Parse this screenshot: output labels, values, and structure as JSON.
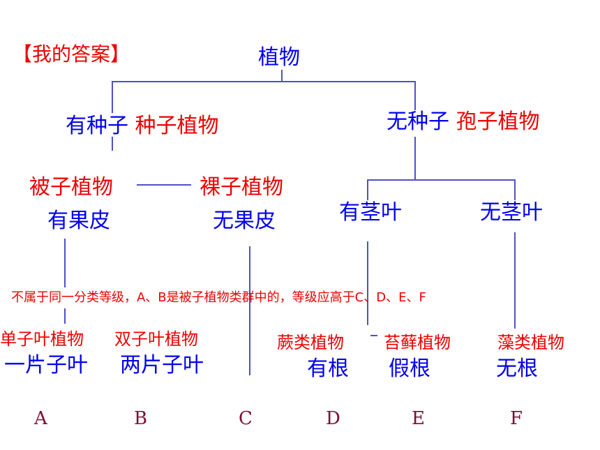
{
  "header": {
    "answer_label": "【我的答案】"
  },
  "tree": {
    "root": "植物",
    "left": {
      "label": "有种子",
      "term": "种子植物"
    },
    "right": {
      "label": "无种子",
      "term": "孢子植物"
    },
    "angiosperm": {
      "term": "被子植物",
      "feature": "有果皮"
    },
    "gymnosperm": {
      "term": "裸子植物",
      "feature": "无果皮"
    },
    "stem_leaf": "有茎叶",
    "no_stem_leaf": "无茎叶",
    "note": "不属于同一分类等级，A、B是被子植物类群中的，等级应高于C、D、E、F",
    "leaves": [
      {
        "term": "单子叶植物",
        "feature": "一片子叶",
        "letter": "A"
      },
      {
        "term": "双子叶植物",
        "feature": "两片子叶",
        "letter": "B"
      },
      {
        "term": "",
        "feature": "",
        "letter": "C"
      },
      {
        "term": "蕨类植物",
        "feature": "有根",
        "letter": "D"
      },
      {
        "term": "苔藓植物",
        "feature": "假根",
        "letter": "E"
      },
      {
        "term": "藻类植物",
        "feature": "无根",
        "letter": "F"
      }
    ]
  },
  "colors": {
    "feature": "#0000ee",
    "term": "#ee0000",
    "letter": "#7a1030",
    "line": "#5050c8"
  }
}
